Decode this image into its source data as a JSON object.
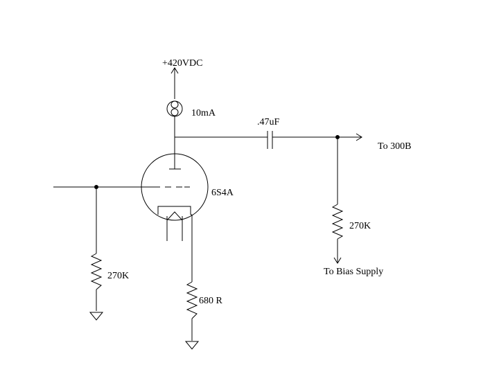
{
  "labels": {
    "supply": "+420VDC",
    "ccs_current": "10mA",
    "coupling_cap": ".47uF",
    "output": "To 300B",
    "tube": "6S4A",
    "grid_resistor": "270K",
    "bias_resistor": "270K",
    "cathode_resistor": "680 R",
    "bias_supply": "To Bias Supply"
  },
  "colors": {
    "ink": "#000000",
    "background": "#ffffff"
  }
}
